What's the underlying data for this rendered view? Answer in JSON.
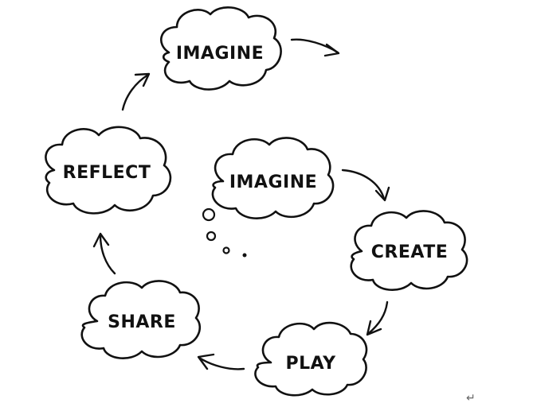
{
  "diagram": {
    "nodes": {
      "imagine_top": "IMAGINE",
      "imagine_center": "IMAGINE",
      "create": "CREATE",
      "play": "PLAY",
      "share": "SHARE",
      "reflect": "REFLECT"
    },
    "line_color": "#111111",
    "fill_color": "#ffffff",
    "corner_mark": "↵"
  }
}
